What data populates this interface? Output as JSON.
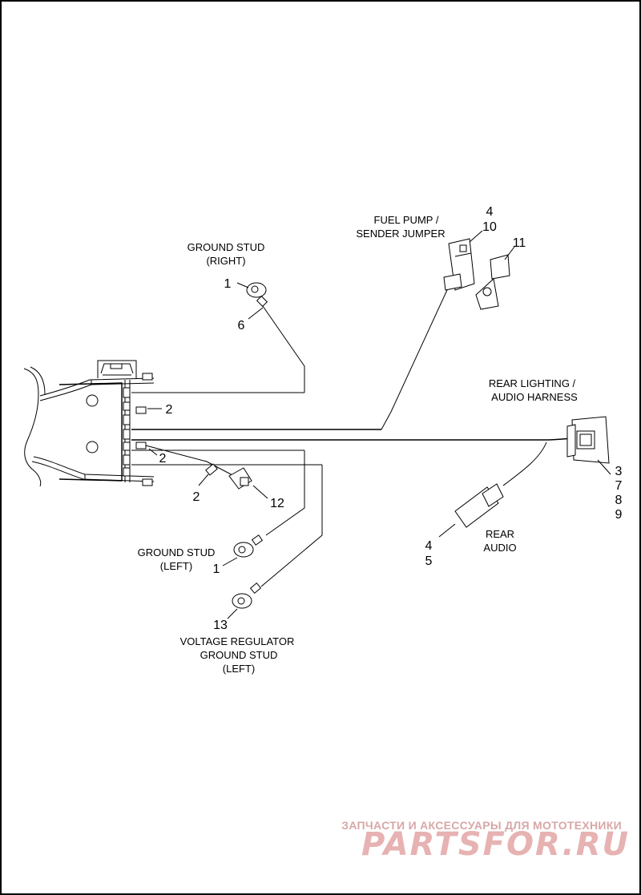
{
  "labels": {
    "ground_stud_right": [
      "GROUND STUD",
      "(RIGHT)"
    ],
    "fuel_pump": [
      "FUEL PUMP /",
      "SENDER JUMPER"
    ],
    "rear_lighting": [
      "REAR LIGHTING /",
      "AUDIO HARNESS"
    ],
    "rear_audio": [
      "REAR",
      "AUDIO"
    ],
    "ground_stud_left": [
      "GROUND STUD",
      "(LEFT)"
    ],
    "voltage_regulator": [
      "VOLTAGE REGULATOR",
      "GROUND STUD",
      "(LEFT)"
    ]
  },
  "callouts": {
    "c1_top": "1",
    "c6": "6",
    "c4_top": "4",
    "c10": "10",
    "c11": "11",
    "c2_a": "2",
    "c2_b": "2",
    "c2_c": "2",
    "c12": "12",
    "c3": "3",
    "c7": "7",
    "c8": "8",
    "c9": "9",
    "c4_bottom": "4",
    "c5": "5",
    "c1_bottom": "1",
    "c13": "13"
  },
  "watermark": {
    "line1": "ЗАПЧАСТИ И АКСЕССУАРЫ ДЛЯ МОТОТЕХНИКИ",
    "line2": "PARTSFOR.RU"
  }
}
